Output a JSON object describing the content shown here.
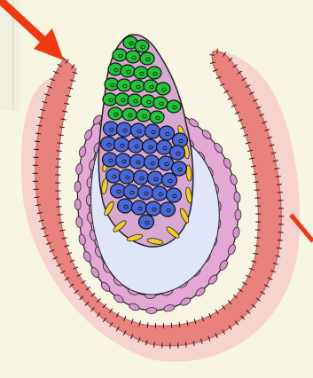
{
  "diagram": {
    "background_color": "#f8f6e2",
    "outer_halo_color": "#f7d3cf",
    "outer_layer_color": "#e8807c",
    "inner_sheath_color": "#e3a8d6",
    "cavity_color": "#dfe6f9",
    "upper_cell_color": "#22c23a",
    "lower_cell_color": "#4a67d8",
    "inner_rim_color": "#f0cd2b",
    "pointer_arrow_color": "#ee3a12",
    "upper_cell_count": 24,
    "lower_cell_count": 33,
    "arrows": [
      {
        "icon": "arrow-pointing-down-right"
      },
      {
        "icon": "arrow-pointing-down-right-partial"
      }
    ]
  }
}
